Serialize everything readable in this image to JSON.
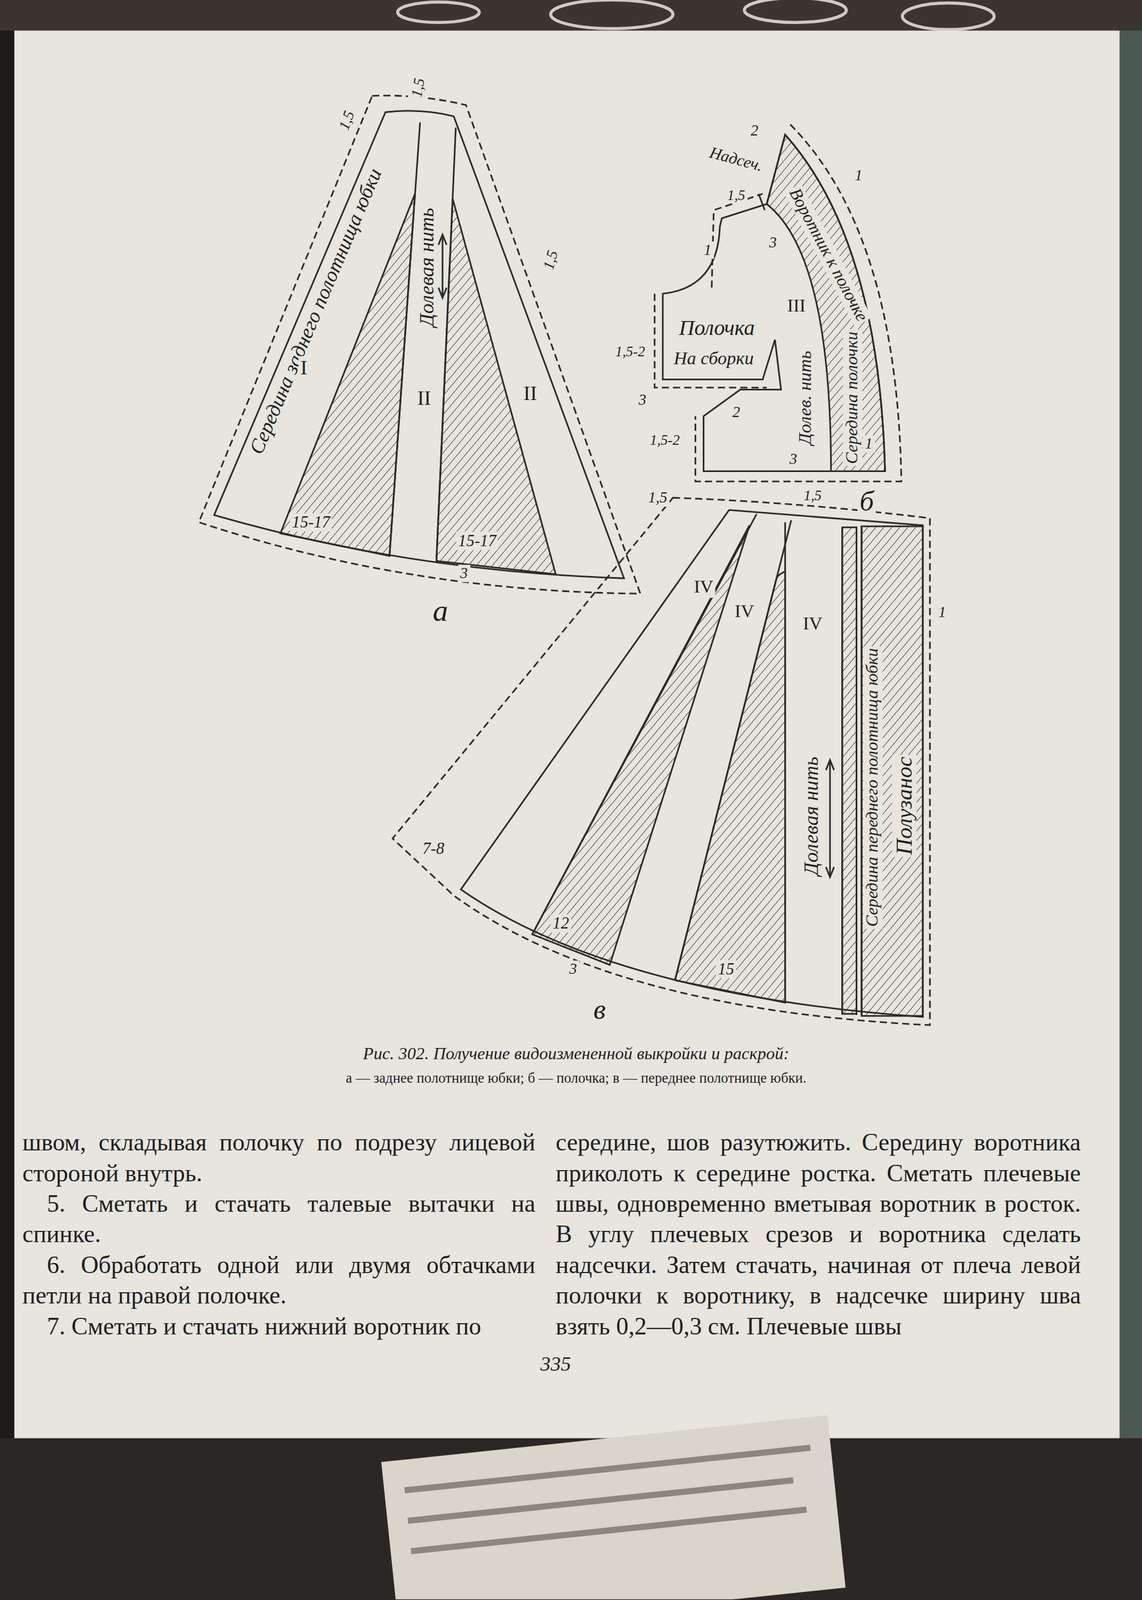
{
  "diagram": {
    "caption": "Рис. 302. Получение видоизмененной выкройки и раскрой:",
    "labels": [
      "1,5",
      "1,5",
      "Середина заднего полотнища юбки",
      "Долевая нить",
      "1,5",
      "I",
      "II",
      "II",
      "15-17",
      "15-17",
      "3",
      "а",
      "2",
      "Надсеч.",
      "Воротник к полочке",
      "1,5",
      "3",
      "1",
      "III",
      "Полочка",
      "1,5-2",
      "3",
      "На сборки",
      "2",
      "Долев. нить",
      "Середина полочки",
      "1",
      "1",
      "1,5-2",
      "3",
      "б",
      "1,5",
      "1,5",
      "IV",
      "IV",
      "IV",
      "1",
      "Долевая нить",
      "Середина переднего полотнища юбки",
      "Полузанос",
      "7-8",
      "12",
      "3",
      "15",
      "в",
      "а — заднее полотнище юбки; б — полочка; в — переднее полотнище юбки.",
      "швом, складывая полочку по подрезу лицевой стороной внутрь.",
      "5. Сметать и стачать талевые вытачки на спинке.",
      "6. Обработать одной или двумя обтачками петли на правой полочке.",
      "7. Сметать и стачать нижний воротник по",
      "середине, шов разутюжить. Середину воротника приколоть к середине ростка. Сметать плечевые швы, одновременно вметывая воротник в росток. В углу плечевых срезов и воротника сделать надсечки. Затем стачать, начиная от плеча левой полочки к воротнику, в надсечке ширину шва взять 0,2—0,3 см. Плечевые швы",
      "335"
    ]
  }
}
